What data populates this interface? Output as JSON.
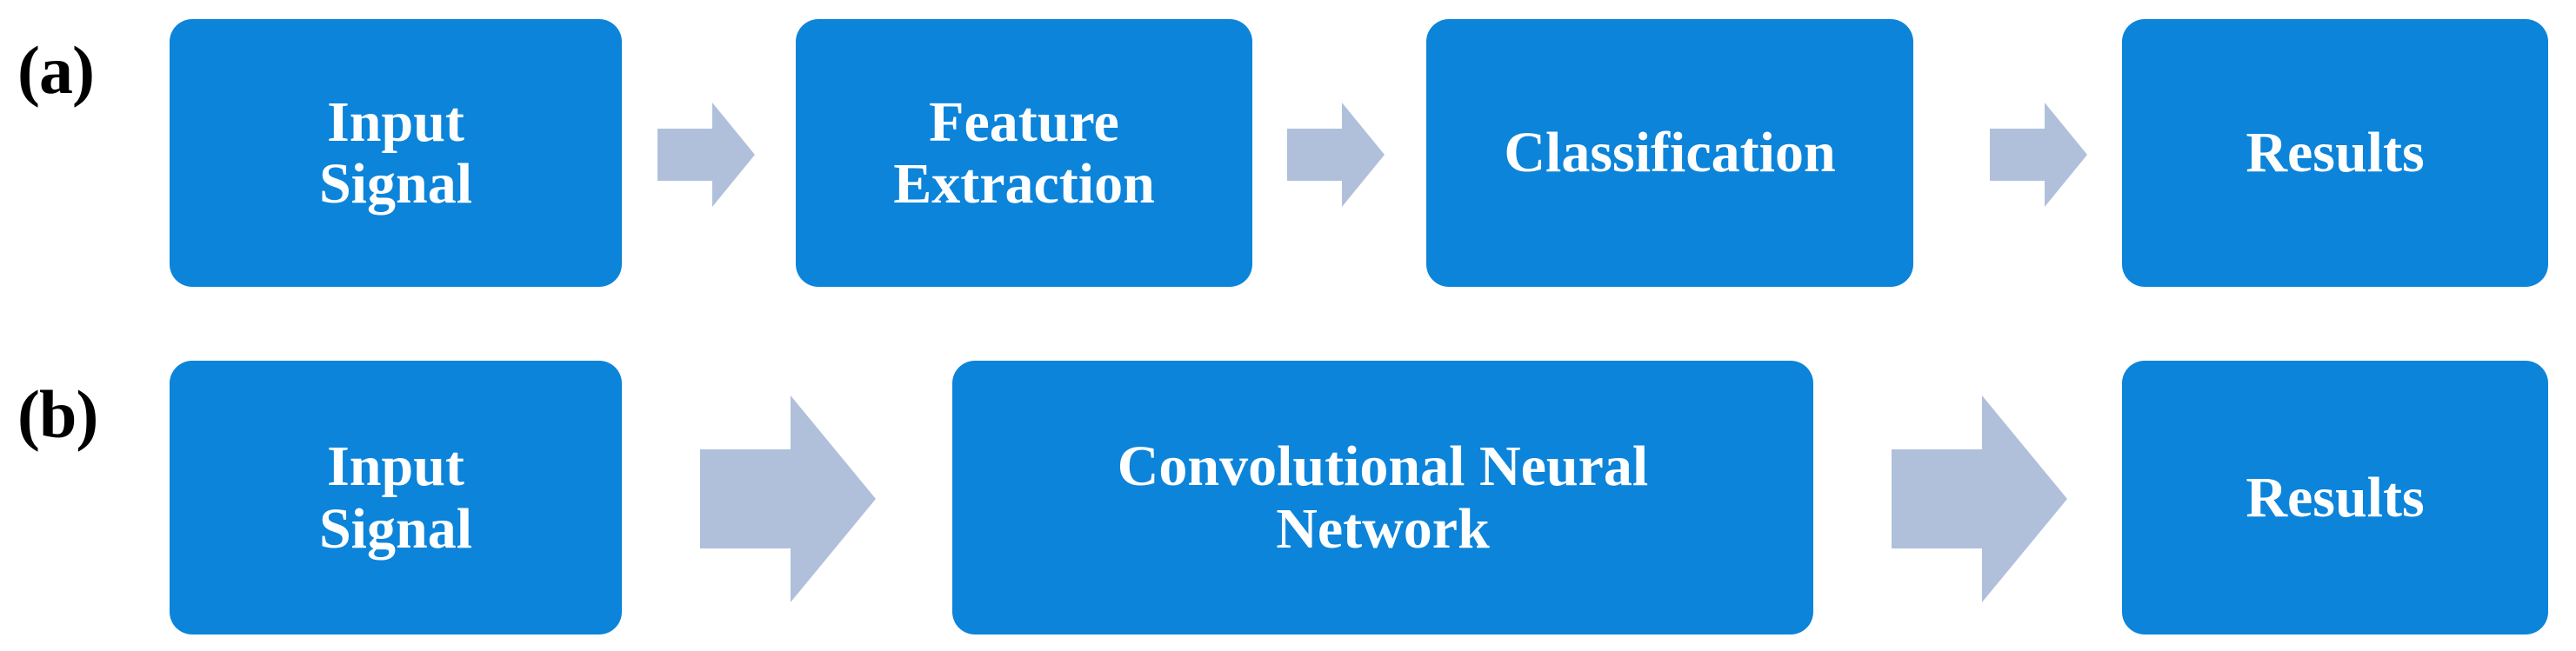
{
  "figure": {
    "background_color": "#ffffff",
    "box_color": "#0c84da",
    "box_text_color": "#ffffff",
    "arrow_color": "#b0c0db",
    "label_color": "#000000"
  },
  "rows": [
    {
      "label": "(a)",
      "label_name": "row-label-a",
      "nodes": [
        {
          "text": "Input\nSignal",
          "name": "box-input-signal-a",
          "font_size": 66
        },
        {
          "text": "Feature\nExtraction",
          "name": "box-feature-extraction",
          "font_size": 66
        },
        {
          "text": "Classification",
          "name": "box-classification",
          "font_size": 66
        },
        {
          "text": "Results",
          "name": "box-results-a",
          "font_size": 66
        }
      ],
      "arrows": [
        {
          "name": "arrow-input-to-feature"
        },
        {
          "name": "arrow-feature-to-classification"
        },
        {
          "name": "arrow-classification-to-results"
        }
      ]
    },
    {
      "label": "(b)",
      "label_name": "row-label-b",
      "nodes": [
        {
          "text": "Input\nSignal",
          "name": "box-input-signal-b",
          "font_size": 66
        },
        {
          "text": "Convolutional Neural\nNetwork",
          "name": "box-convolutional-neural-network",
          "font_size": 66
        },
        {
          "text": "Results",
          "name": "box-results-b",
          "font_size": 66
        }
      ],
      "arrows": [
        {
          "name": "arrow-input-to-cnn"
        },
        {
          "name": "arrow-cnn-to-results"
        }
      ]
    }
  ],
  "icons": {
    "arrow_small": "right-block-arrow-icon",
    "arrow_large": "right-block-arrow-large-icon"
  }
}
